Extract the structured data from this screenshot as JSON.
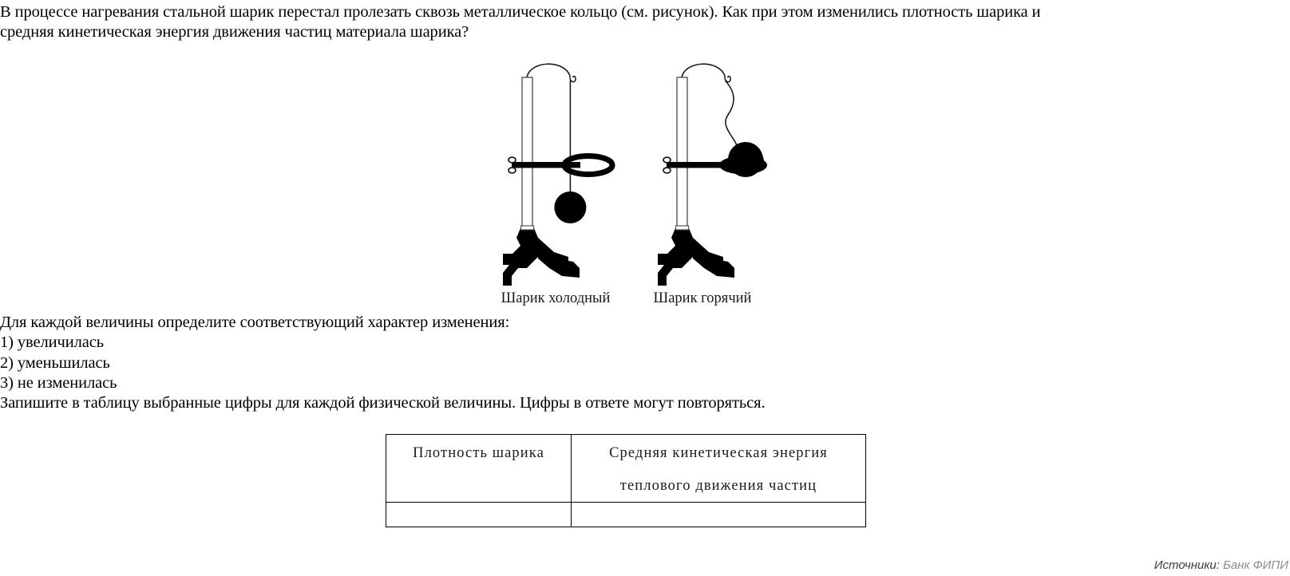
{
  "question": {
    "line1": "В процессе нагревания стальной шарик перестал пролезать сквозь металлическое кольцо (см. рисунок). Как при этом изменились плотность шарика и",
    "line2": "средняя кинетическая энергия движения частиц материала шарика?"
  },
  "figure": {
    "cold_caption": "Шарик холодный",
    "hot_caption": "Шарик горячий"
  },
  "instructions": {
    "intro": "Для каждой величины определите соответствующий характер изменения:",
    "options": [
      "1) увеличилась",
      "2) уменьшилась",
      "3) не изменилась"
    ],
    "outro": "Запишите в таблицу выбранные цифры для каждой физической величины. Цифры в ответе могут повторяться."
  },
  "answer_table": {
    "headers": {
      "density": "Плотность шарика",
      "energy_line1": "Средняя кинетическая энергия",
      "energy_line2": "теплового движения частиц"
    },
    "answers": {
      "density": "",
      "energy": ""
    }
  },
  "source": {
    "label": "Источники:",
    "value": "Банк ФИПИ"
  },
  "colors": {
    "ink": "#000000",
    "text": "#1a1a1a",
    "source_label": "#3c3c3c",
    "source_value": "#8c8c8c",
    "background": "#ffffff"
  }
}
